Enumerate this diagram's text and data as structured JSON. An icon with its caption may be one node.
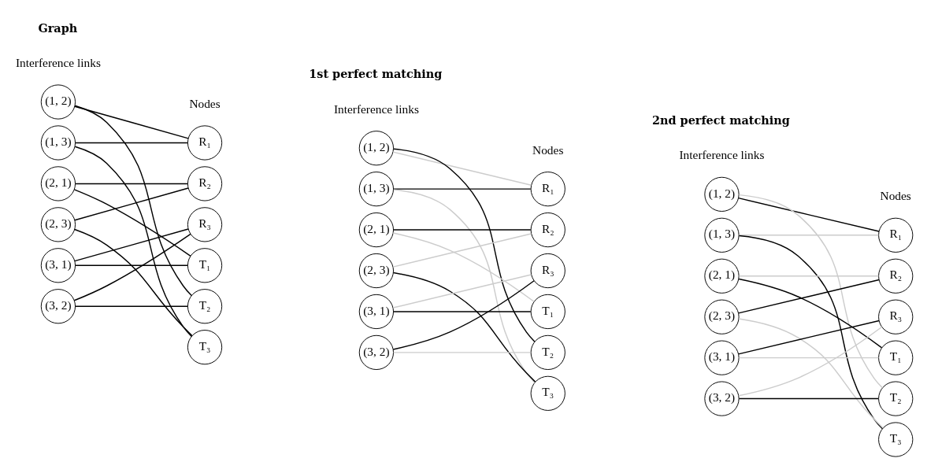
{
  "diagram": {
    "nodes": [
      {
        "text": [
          "(1, 2)"
        ]
      },
      {
        "text": [
          "(1, 3)"
        ]
      },
      {
        "text": [
          "(2, 1)"
        ]
      },
      {
        "text": [
          "(2, 3)"
        ]
      },
      {
        "text": [
          "(3, 1)"
        ]
      },
      {
        "text": [
          "(3, 2)"
        ]
      },
      {
        "text": [
          "R₁"
        ]
      },
      {
        "text": [
          "R₂"
        ]
      },
      {
        "text": [
          "R₃"
        ]
      },
      {
        "text": [
          "T₁"
        ]
      },
      {
        "text": [
          "T₂"
        ]
      },
      {
        "text": [
          "T₃"
        ]
      },
      {
        "text": [
          "(1, 2)"
        ]
      },
      {
        "text": [
          "(1, 3)"
        ]
      },
      {
        "text": [
          "(2, 1)"
        ]
      },
      {
        "text": [
          "(2, 3)"
        ]
      },
      {
        "text": [
          "(3, 1)"
        ]
      },
      {
        "text": [
          "(3, 2)"
        ]
      },
      {
        "text": [
          "R₁"
        ]
      },
      {
        "text": [
          "R₂"
        ]
      },
      {
        "text": [
          "R₃"
        ]
      },
      {
        "text": [
          "T₁"
        ]
      },
      {
        "text": [
          "T₂"
        ]
      },
      {
        "text": [
          "T₃"
        ]
      },
      {
        "text": [
          "(1, 2)"
        ]
      },
      {
        "text": [
          "(1, 3)"
        ]
      },
      {
        "text": [
          "(2, 1)"
        ]
      },
      {
        "text": [
          "(2, 3)"
        ]
      },
      {
        "text": [
          "(3, 1)"
        ]
      },
      {
        "text": [
          "(3, 2)"
        ]
      },
      {
        "text": [
          "R₁"
        ]
      },
      {
        "text": [
          "R₂"
        ]
      },
      {
        "text": [
          "R₃"
        ]
      },
      {
        "text": [
          "T₁"
        ]
      },
      {
        "text": [
          "T₂"
        ]
      },
      {
        "text": [
          "T₃"
        ]
      }
    ],
    "edges": [
      {
        "from": 0,
        "to": 6,
        "arrow": "none"
      },
      {
        "from": 0,
        "to": 10,
        "arrow": "none"
      },
      {
        "from": 1,
        "to": 6,
        "arrow": "none"
      },
      {
        "from": 1,
        "to": 11,
        "arrow": "none"
      },
      {
        "from": 2,
        "to": 7,
        "arrow": "none"
      },
      {
        "from": 2,
        "to": 9,
        "arrow": "none"
      },
      {
        "from": 3,
        "to": 7,
        "arrow": "none"
      },
      {
        "from": 3,
        "to": 11,
        "arrow": "none"
      },
      {
        "from": 4,
        "to": 8,
        "arrow": "none"
      },
      {
        "from": 4,
        "to": 9,
        "arrow": "none"
      },
      {
        "from": 5,
        "to": 8,
        "arrow": "none"
      },
      {
        "from": 5,
        "to": 10,
        "arrow": "none"
      },
      {
        "from": 12,
        "to": 18,
        "arrow": "none",
        "color": "#cccccc"
      },
      {
        "from": 12,
        "to": 22,
        "arrow": "none"
      },
      {
        "from": 13,
        "to": 18,
        "arrow": "none"
      },
      {
        "from": 13,
        "to": 23,
        "arrow": "none",
        "color": "#cccccc"
      },
      {
        "from": 14,
        "to": 19,
        "arrow": "none"
      },
      {
        "from": 14,
        "to": 21,
        "arrow": "none",
        "color": "#cccccc"
      },
      {
        "from": 15,
        "to": 19,
        "arrow": "none",
        "color": "#cccccc"
      },
      {
        "from": 15,
        "to": 23,
        "arrow": "none"
      },
      {
        "from": 16,
        "to": 20,
        "arrow": "none",
        "color": "#cccccc"
      },
      {
        "from": 16,
        "to": 21,
        "arrow": "none"
      },
      {
        "from": 17,
        "to": 20,
        "arrow": "none"
      },
      {
        "from": 17,
        "to": 22,
        "arrow": "none",
        "color": "#cccccc"
      },
      {
        "from": 24,
        "to": 30,
        "arrow": "none"
      },
      {
        "from": 24,
        "to": 34,
        "arrow": "none",
        "color": "#cccccc"
      },
      {
        "from": 25,
        "to": 30,
        "arrow": "none",
        "color": "#cccccc"
      },
      {
        "from": 25,
        "to": 35,
        "arrow": "none"
      },
      {
        "from": 26,
        "to": 31,
        "arrow": "none",
        "color": "#cccccc"
      },
      {
        "from": 26,
        "to": 33,
        "arrow": "none"
      },
      {
        "from": 27,
        "to": 31,
        "arrow": "none"
      },
      {
        "from": 27,
        "to": 35,
        "arrow": "none",
        "color": "#cccccc"
      },
      {
        "from": 28,
        "to": 32,
        "arrow": "none"
      },
      {
        "from": 28,
        "to": 33,
        "arrow": "none",
        "color": "#cccccc"
      },
      {
        "from": 29,
        "to": 32,
        "arrow": "none",
        "color": "#cccccc"
      },
      {
        "from": 29,
        "to": 34,
        "arrow": "none"
      }
    ],
    "labels": [
      "Graph",
      "1st perfect matching",
      "2nd perfect matching",
      "Interference links",
      "Nodes",
      "Interference links",
      "Nodes",
      "Interference links",
      "Nodes"
    ]
  }
}
